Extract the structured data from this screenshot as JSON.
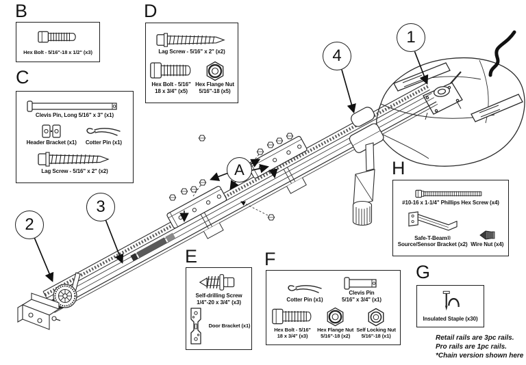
{
  "box_b": {
    "letter": "B",
    "bolt_label": "Hex Bolt - 5/16\"-18 x 1/2\" (x3)"
  },
  "box_c": {
    "letter": "C",
    "clevis_label": "Clevis Pin, Long 5/16\" x 3\" (x1)",
    "header_label": "Header Bracket (x1)",
    "cotter_label": "Cotter Pin (x1)",
    "lag_label": "Lag Screw - 5/16\" x 2\" (x2)"
  },
  "box_d": {
    "letter": "D",
    "lag_label": "Lag Screw - 5/16\" x 2\" (x2)",
    "bolt_l1": "Hex Bolt - 5/16\"",
    "bolt_l2": "18 x 3/4\" (x5)",
    "nut_l1": "Hex Flange Nut",
    "nut_l2": "5/16\"-18 (x5)"
  },
  "box_e": {
    "letter": "E",
    "screw_l1": "Self-drilling Screw",
    "screw_l2": "1/4\"-20 x 3/4\" (x3)",
    "door_label": "Door Bracket (x1)"
  },
  "box_f": {
    "letter": "F",
    "cotter_label": "Cotter Pin (x1)",
    "clevis_l1": "Clevis Pin",
    "clevis_l2": "5/16\" x 3/4\" (x1)",
    "bolt_l1": "Hex Bolt - 5/16\"",
    "bolt_l2": "18 x 3/4\" (x3)",
    "flange_l1": "Hex Flange Nut",
    "flange_l2": "5/16\"-18 (x2)",
    "lock_l1": "Self Locking Nut",
    "lock_l2": "5/16\"-18 (x1)"
  },
  "box_g": {
    "letter": "G",
    "staple_label": "Insulated Staple (x30)"
  },
  "box_h": {
    "letter": "H",
    "screw_label": "#10-16 x 1-1/4\" Phillips Hex Screw (x4)",
    "bracket_l1": "Safe-T-Beam®",
    "bracket_l2": "Source/Sensor Bracket (x2)",
    "wirenut_label": "Wire Nut (x4)"
  },
  "callouts": {
    "n1": "1",
    "n2": "2",
    "n3": "3",
    "n4": "4",
    "a": "A"
  },
  "notes": {
    "line1": "Retail rails are 3pc rails.",
    "line2": "Pro rails are 1pc rails.",
    "line3": "*Chain version shown here"
  }
}
